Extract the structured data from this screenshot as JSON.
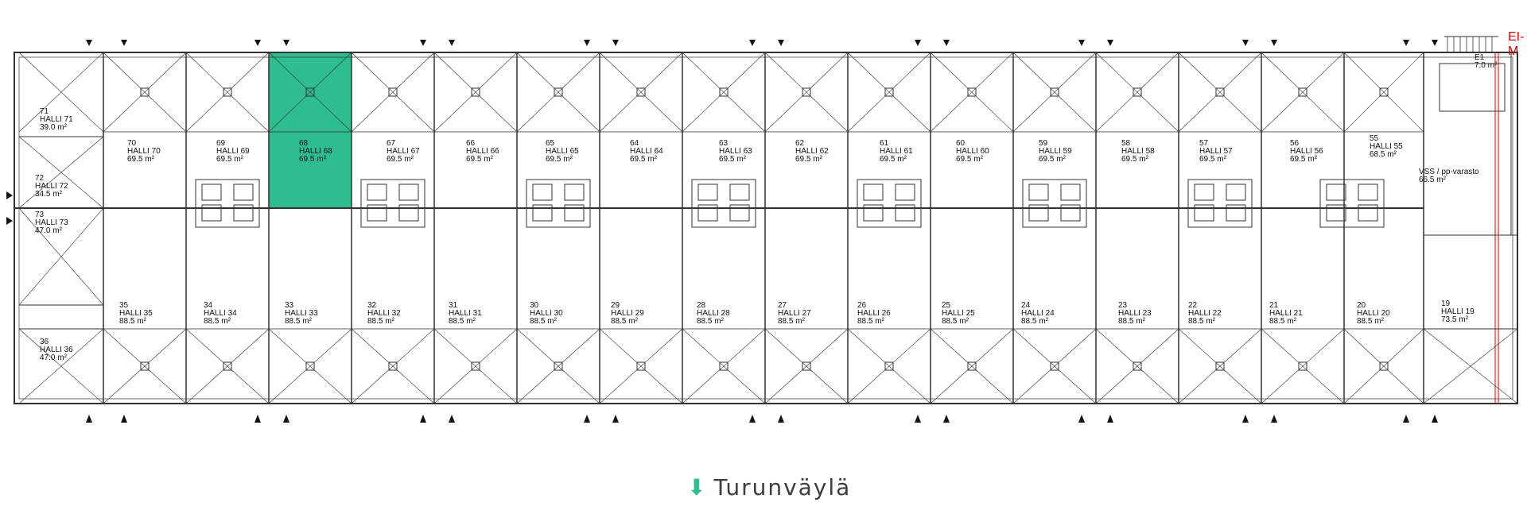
{
  "units": [
    {
      "no": "71",
      "name": "HALLI 71",
      "area": "39.0 m²"
    },
    {
      "no": "72",
      "name": "HALLI 72",
      "area": "34.5 m²"
    },
    {
      "no": "73",
      "name": "HALLI 73",
      "area": "47.0 m²"
    },
    {
      "no": "36",
      "name": "HALLI 36",
      "area": "47.0 m²"
    },
    {
      "no": "70",
      "name": "HALLI 70",
      "area": "69.5 m²"
    },
    {
      "no": "69",
      "name": "HALLI 69",
      "area": "69.5 m²"
    },
    {
      "no": "68",
      "name": "HALLI 68",
      "area": "69.5 m²",
      "highlight": true
    },
    {
      "no": "67",
      "name": "HALLI 67",
      "area": "69.5 m²"
    },
    {
      "no": "66",
      "name": "HALLI 66",
      "area": "69.5 m²"
    },
    {
      "no": "65",
      "name": "HALLI 65",
      "area": "69.5 m²"
    },
    {
      "no": "64",
      "name": "HALLI 64",
      "area": "69.5 m²"
    },
    {
      "no": "63",
      "name": "HALLI 63",
      "area": "69.5 m²"
    },
    {
      "no": "62",
      "name": "HALLI 62",
      "area": "69.5 m²"
    },
    {
      "no": "61",
      "name": "HALLI 61",
      "area": "69.5 m²"
    },
    {
      "no": "60",
      "name": "HALLI 60",
      "area": "69.5 m²"
    },
    {
      "no": "59",
      "name": "HALLI 59",
      "area": "69.5 m²"
    },
    {
      "no": "58",
      "name": "HALLI 58",
      "area": "69.5 m²"
    },
    {
      "no": "57",
      "name": "HALLI 57",
      "area": "69.5 m²"
    },
    {
      "no": "56",
      "name": "HALLI 56",
      "area": "69.5 m²"
    },
    {
      "no": "55",
      "name": "HALLI 55",
      "area": "68.5 m²"
    },
    {
      "no": "E1",
      "name": "",
      "area": "7.0 m²"
    },
    {
      "no": "",
      "name": "VSS / pp-varasto",
      "area": "66.5 m²"
    },
    {
      "no": "35",
      "name": "HALLI 35",
      "area": "88.5 m²"
    },
    {
      "no": "34",
      "name": "HALLI 34",
      "area": "88.5 m²"
    },
    {
      "no": "33",
      "name": "HALLI 33",
      "area": "88.5 m²"
    },
    {
      "no": "32",
      "name": "HALLI 32",
      "area": "88.5 m²"
    },
    {
      "no": "31",
      "name": "HALLI 31",
      "area": "88.5 m²"
    },
    {
      "no": "30",
      "name": "HALLI 30",
      "area": "88.5 m²"
    },
    {
      "no": "29",
      "name": "HALLI 29",
      "area": "88.5 m²"
    },
    {
      "no": "28",
      "name": "HALLI 28",
      "area": "88.5 m²"
    },
    {
      "no": "27",
      "name": "HALLI 27",
      "area": "88.5 m²"
    },
    {
      "no": "26",
      "name": "HALLI 26",
      "area": "88.5 m²"
    },
    {
      "no": "25",
      "name": "HALLI 25",
      "area": "88.5 m²"
    },
    {
      "no": "24",
      "name": "HALLI 24",
      "area": "88.5 m²"
    },
    {
      "no": "23",
      "name": "HALLI 23",
      "area": "88.5 m²"
    },
    {
      "no": "22",
      "name": "HALLI 22",
      "area": "88.5 m²"
    },
    {
      "no": "21",
      "name": "HALLI 21",
      "area": "88.5 m²"
    },
    {
      "no": "20",
      "name": "HALLI 20",
      "area": "88.5 m²"
    },
    {
      "no": "19",
      "name": "HALLI 19",
      "area": "73.5 m²"
    }
  ],
  "corner_label": "EI-M",
  "street_label": "Turunväylä",
  "colors": {
    "highlight": "#2ebd8f",
    "line": "#333333",
    "red": "#dd0000"
  }
}
